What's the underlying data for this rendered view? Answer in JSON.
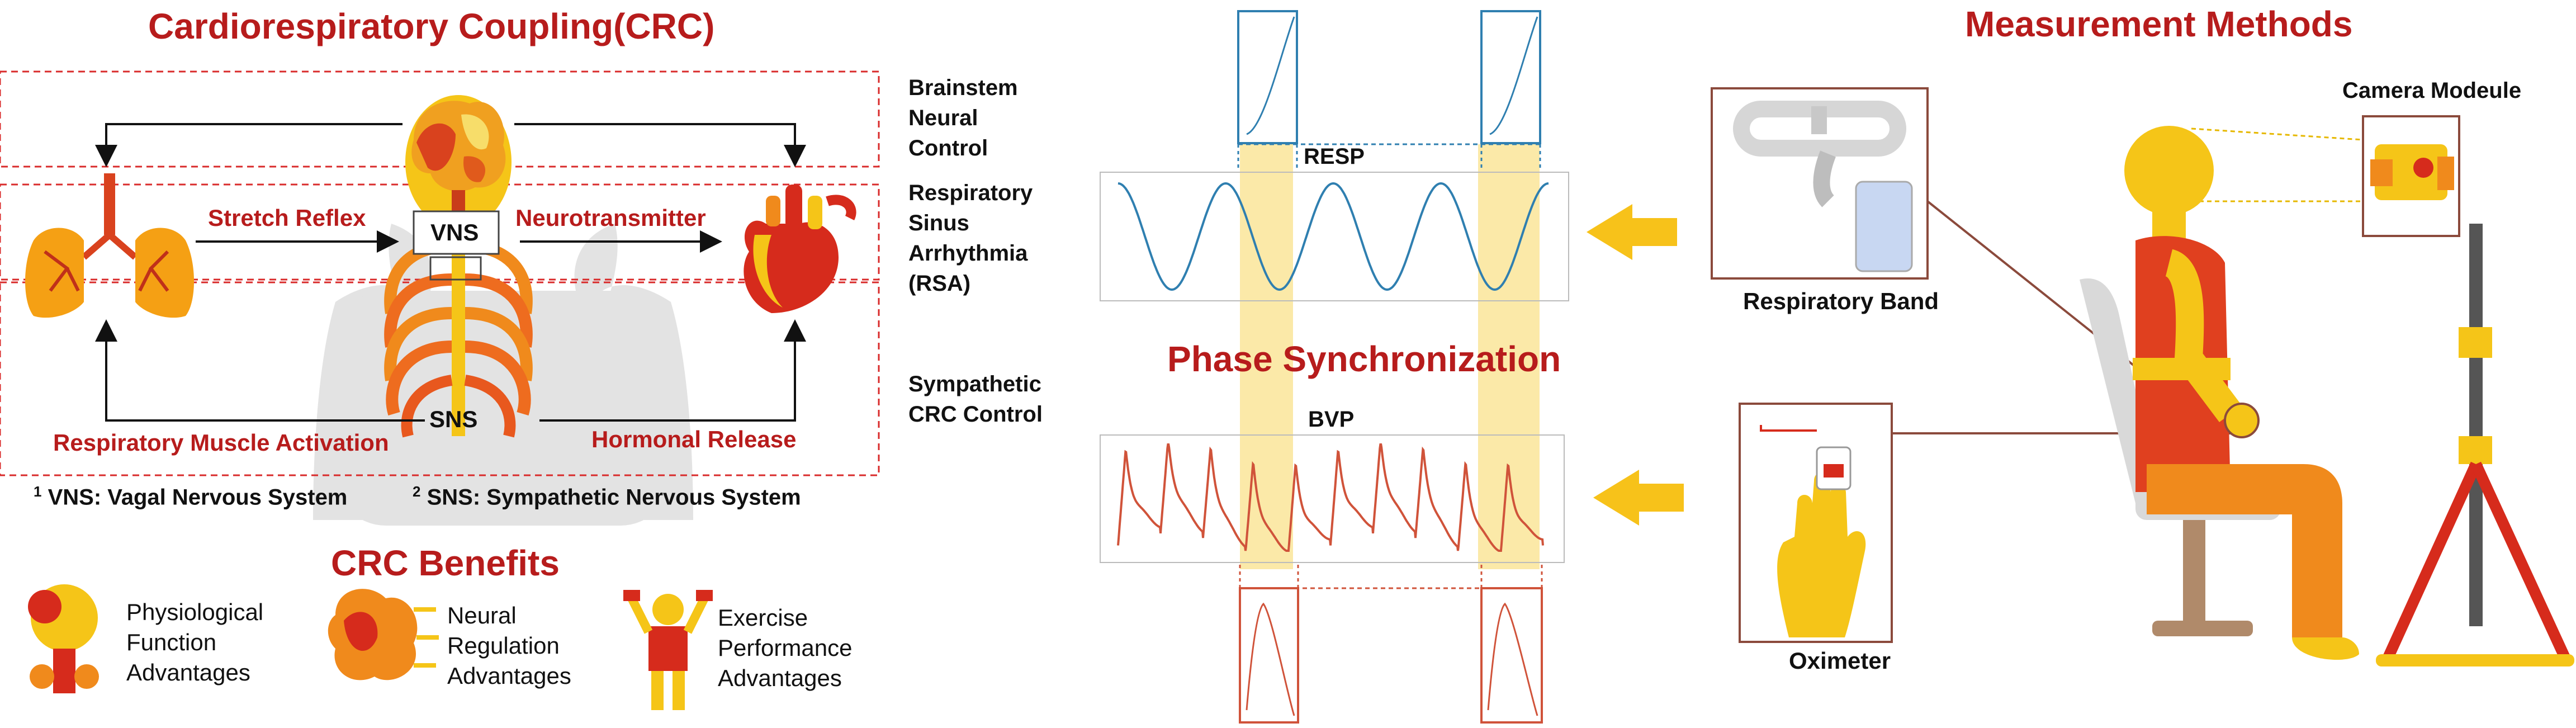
{
  "crc": {
    "title": "Cardiorespiratory Coupling(CRC)",
    "vns": "VNS",
    "sns": "SNS",
    "stretch_reflex": "Stretch Reflex",
    "neurotransmitter": "Neurotransmitter",
    "resp_muscle": "Respiratory Muscle Activation",
    "hormonal": "Hormonal Release",
    "footnote1_sup": "1",
    "footnote1": "VNS: Vagal Nervous System",
    "footnote2_sup": "2",
    "footnote2": "SNS: Sympathetic Nervous System"
  },
  "benefits": {
    "title": "CRC Benefits",
    "items": [
      {
        "line1": "Physiological",
        "line2": "Function",
        "line3": "Advantages"
      },
      {
        "line1": "Neural",
        "line2": "Regulation",
        "line3": "Advantages"
      },
      {
        "line1": "Exercise",
        "line2": "Performance",
        "line3": "Advantages"
      }
    ]
  },
  "signals": {
    "brainstem": {
      "line1": "Brainstem",
      "line2": "Neural",
      "line3": "Control"
    },
    "rsa": {
      "line1": "Respiratory",
      "line2": "Sinus",
      "line3": "Arrhythmia",
      "line4": "(RSA)"
    },
    "sympathetic": {
      "line1": "Sympathetic",
      "line2": "CRC Control"
    },
    "resp_label": "RESP",
    "bvp_label": "BVP",
    "phase_sync": "Phase Synchronization"
  },
  "measurement": {
    "title": "Measurement Methods",
    "camera": "Camera Modeule",
    "resp_band": "Respiratory Band",
    "oximeter": "Oximeter"
  },
  "colors": {
    "accent_red": "#b71c1c",
    "resp_blue": "#2f7fb0",
    "bvp_red": "#d0533a",
    "highlight_yellow": "#fbe9a8",
    "arrow_yellow": "#f7c21a"
  }
}
